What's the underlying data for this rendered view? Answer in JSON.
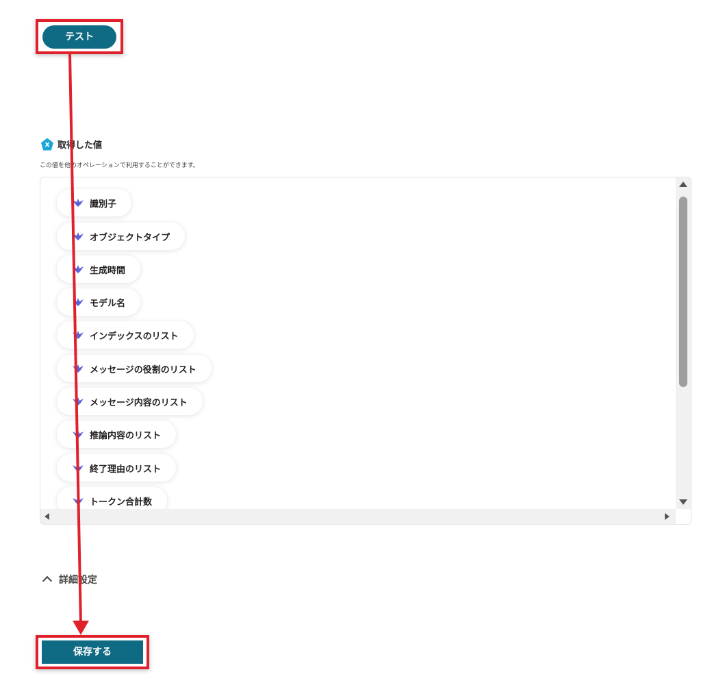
{
  "buttons": {
    "test_label": "テスト",
    "save_label": "保存する"
  },
  "output_section": {
    "title": "取得した値",
    "badge": "x",
    "description": "この値を他のオペレーションで利用することができます。",
    "items": [
      {
        "label": "識別子"
      },
      {
        "label": "オブジェクトタイプ"
      },
      {
        "label": "生成時間"
      },
      {
        "label": "モデル名"
      },
      {
        "label": "インデックスのリスト"
      },
      {
        "label": "メッセージの役割のリスト"
      },
      {
        "label": "メッセージ内容のリスト"
      },
      {
        "label": "推論内容のリスト"
      },
      {
        "label": "終了理由のリスト"
      },
      {
        "label": "トークン合計数"
      }
    ]
  },
  "details": {
    "label": "詳細設定"
  },
  "colors": {
    "primary": "#0f6a84",
    "annotation": "#e0212b",
    "badge": "#1aa7d8",
    "chip_icon": "#5b63d6"
  }
}
